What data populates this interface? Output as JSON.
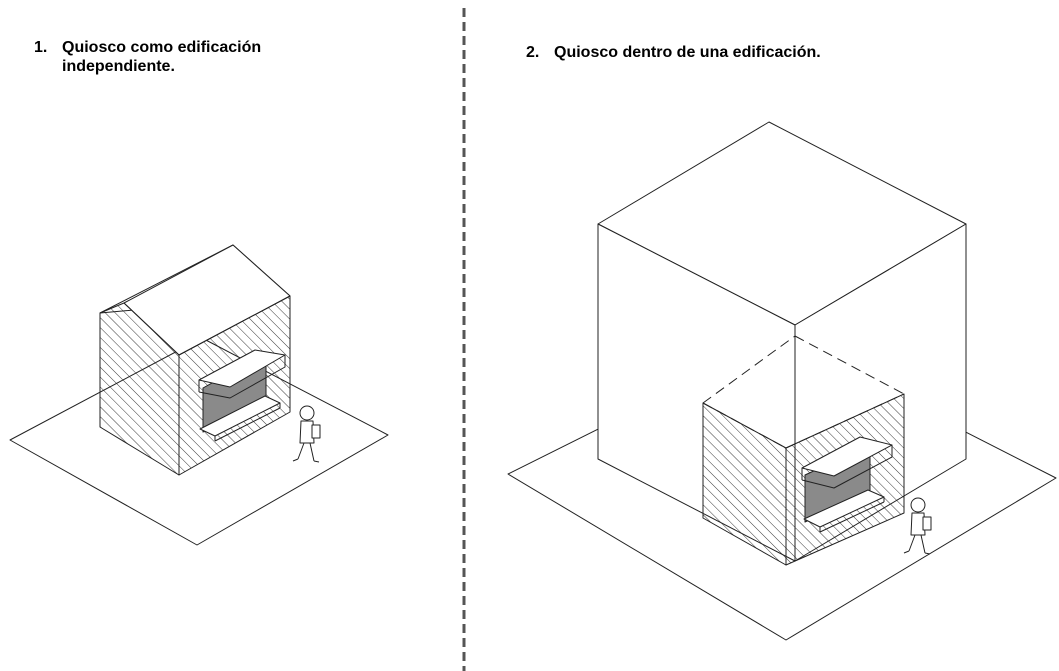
{
  "panels": [
    {
      "number": "1.",
      "caption": "Quiosco como edificación independiente."
    },
    {
      "number": "2.",
      "caption": "Quiosco dentro de una edificación."
    }
  ],
  "colors": {
    "line": "#222222",
    "window": "#8a8a8a",
    "divider": "#555555",
    "background": "#ffffff"
  }
}
